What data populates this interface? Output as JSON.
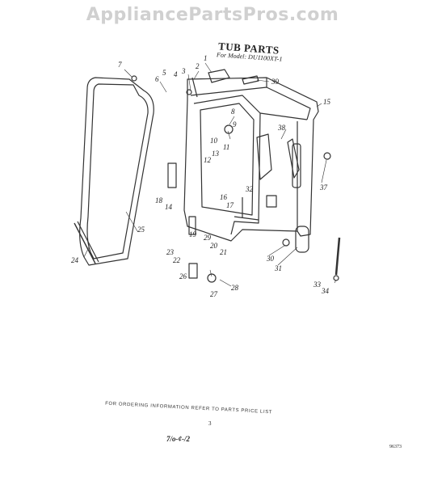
{
  "watermark": "AppliancePartsPros.com",
  "title": "TUB PARTS",
  "subtitle": "For Model: DU1100XT-1",
  "callouts": [
    "1",
    "2",
    "3",
    "4",
    "5",
    "6",
    "7",
    "8",
    "9",
    "10",
    "11",
    "12",
    "13",
    "14",
    "15",
    "16",
    "17",
    "18",
    "19",
    "20",
    "21",
    "22",
    "23",
    "24",
    "25",
    "26",
    "27",
    "28",
    "29",
    "30",
    "31",
    "32",
    "33",
    "34",
    "37",
    "38",
    "39"
  ],
  "footer": {
    "ordering_note": "FOR ORDERING INFORMATION REFER TO PARTS PRICE LIST",
    "page": "3",
    "handwritten": "7/o-¢-/2",
    "code": "96373"
  }
}
